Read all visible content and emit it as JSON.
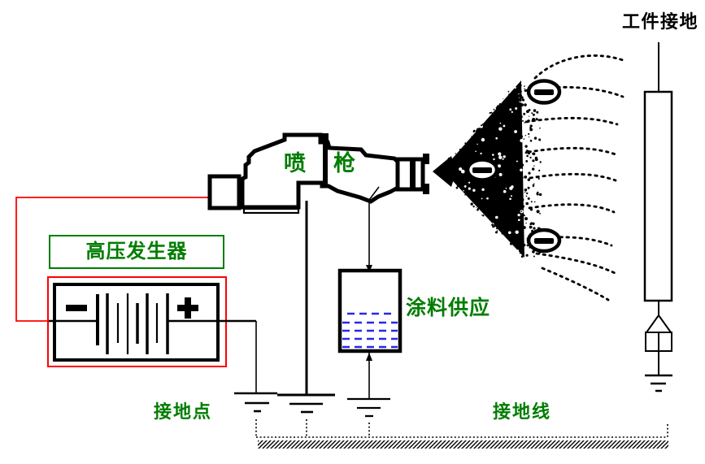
{
  "labels": {
    "workpiece_ground": "工件接地",
    "gun_char_1": "喷",
    "gun_char_2": "枪",
    "hv_generator": "高压发生器",
    "paint_supply": "涂料供应",
    "ground_point": "接地点",
    "ground_wire": "接地线"
  },
  "icons": {
    "negative_charge_icon": "−",
    "battery_minus_icon": "−",
    "battery_plus_icon": "+",
    "earth_ground_icon": "⏚",
    "spray_cone_icon": "◀-filled-stippled-cone"
  },
  "colors": {
    "label_green": "#007D00",
    "wire_red": "#FF0000",
    "paint_blue": "#2828E8",
    "ink_black": "#000000"
  }
}
